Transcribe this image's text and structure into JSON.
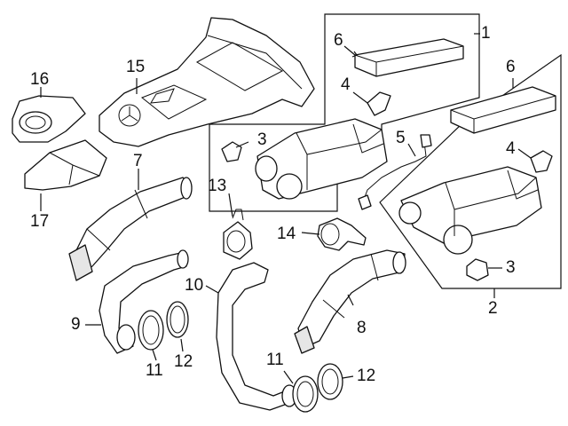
{
  "callouts": {
    "c1": "1",
    "c2": "2",
    "c3a": "3",
    "c3b": "3",
    "c4a": "4",
    "c4b": "4",
    "c5": "5",
    "c6a": "6",
    "c6b": "6",
    "c7": "7",
    "c8": "8",
    "c9": "9",
    "c10": "10",
    "c11a": "11",
    "c11b": "11",
    "c12a": "12",
    "c12b": "12",
    "c13": "13",
    "c14": "14",
    "c15": "15",
    "c16": "16",
    "c17": "17"
  }
}
